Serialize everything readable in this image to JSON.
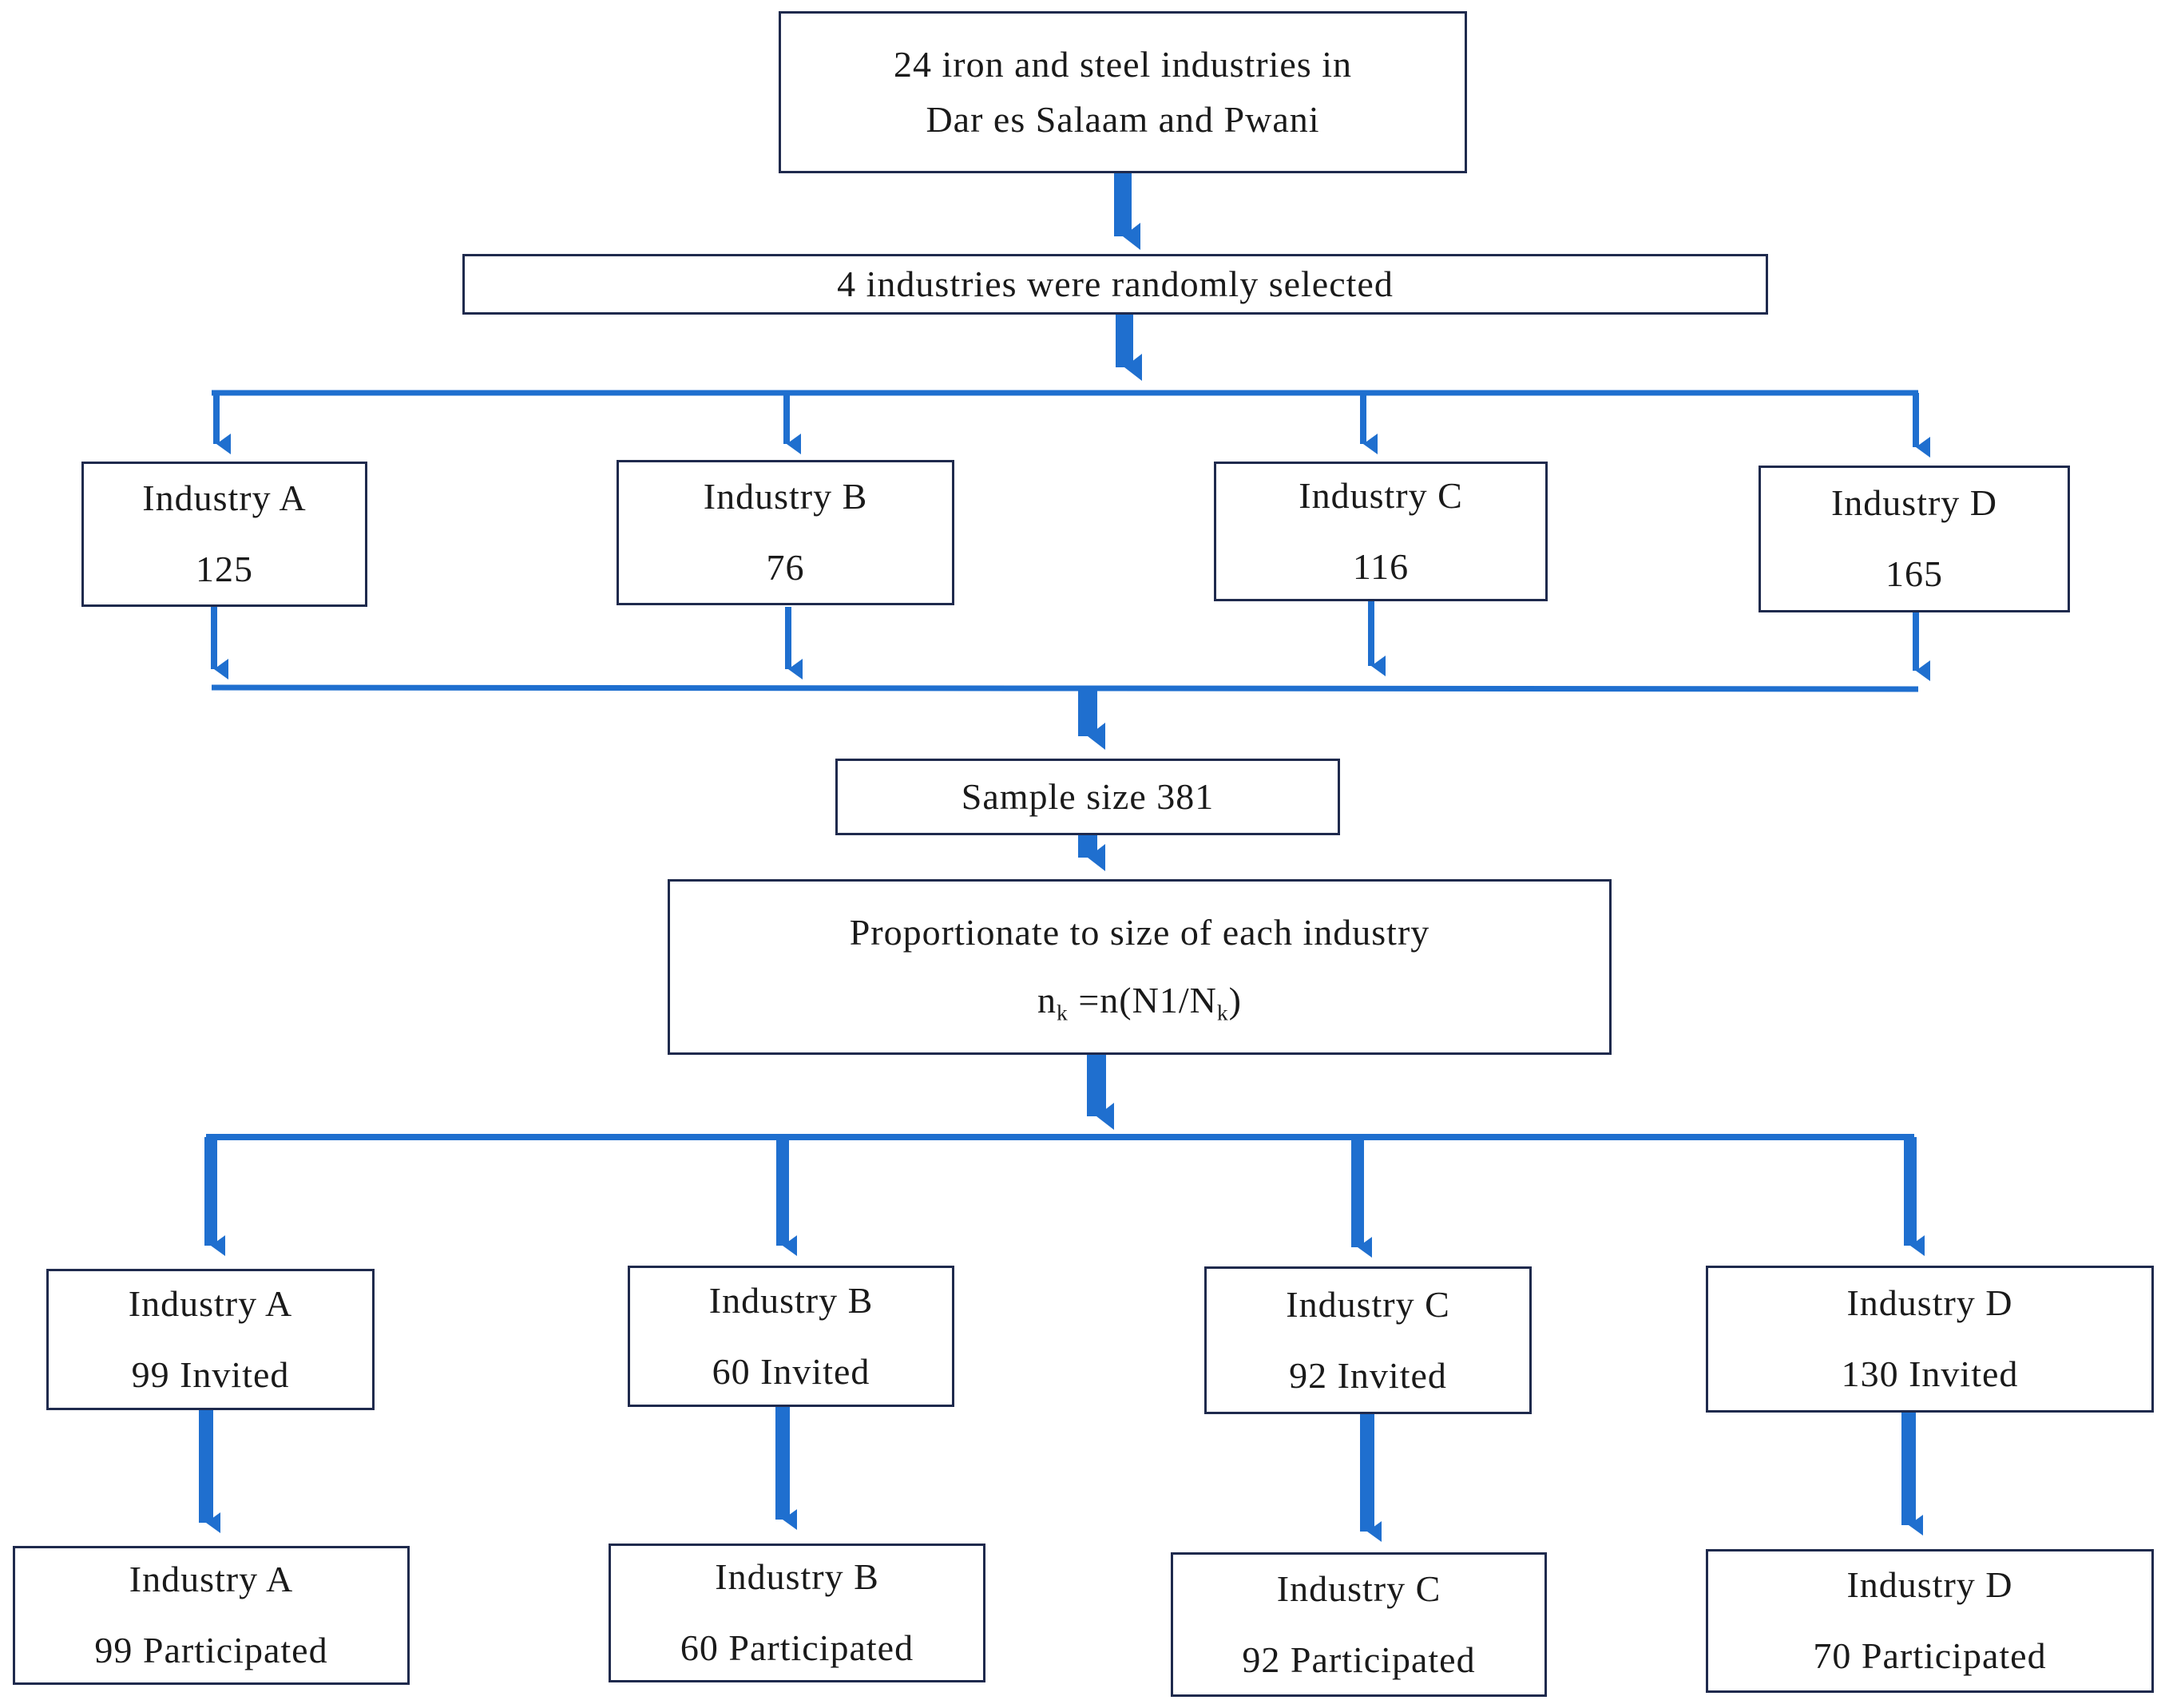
{
  "flowchart": {
    "top": {
      "line1": "24 iron and steel industries in",
      "line2": "Dar es Salaam and Pwani"
    },
    "selected": "4 industries were randomly selected",
    "industries": [
      {
        "name": "Industry A",
        "count": "125"
      },
      {
        "name": "Industry B",
        "count": "76"
      },
      {
        "name": "Industry C",
        "count": "116"
      },
      {
        "name": "Industry D",
        "count": "165"
      }
    ],
    "sample": "Sample size 381",
    "proportion": {
      "line1": "Proportionate to size of each industry",
      "formula": {
        "lhs_base": "n",
        "lhs_sub": "k",
        "eq": " =n(N1/N",
        "rhs_sub": "k",
        "close": ")"
      }
    },
    "invited": [
      {
        "name": "Industry A",
        "text": "99 Invited"
      },
      {
        "name": "Industry B",
        "text": "60 Invited"
      },
      {
        "name": "Industry C",
        "text": "92 Invited"
      },
      {
        "name": "Industry D",
        "text": "130 Invited"
      }
    ],
    "participated": [
      {
        "name": "Industry A",
        "text": "99 Participated"
      },
      {
        "name": "Industry B",
        "text": "60 Participated"
      },
      {
        "name": "Industry C",
        "text": "92 Participated"
      },
      {
        "name": "Industry D",
        "text": "70 Participated"
      }
    ]
  },
  "colors": {
    "arrow": "#1f6fcf",
    "box_border": "#1f2a4d",
    "text": "#1a1a1a"
  }
}
